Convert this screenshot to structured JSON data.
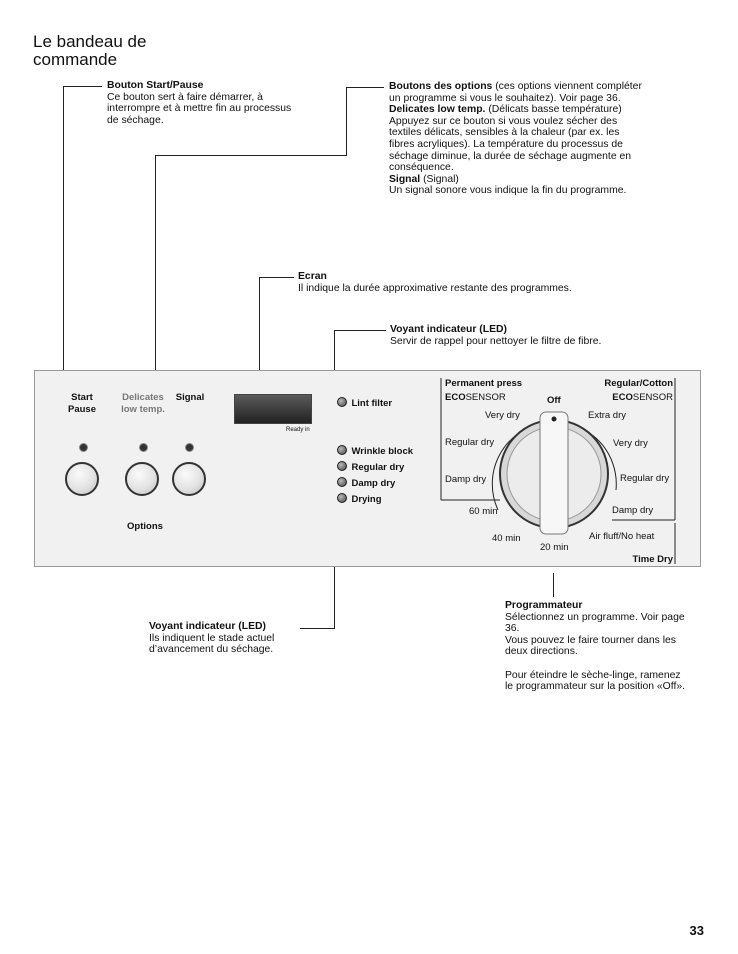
{
  "page": {
    "title_line1": "Le bandeau de",
    "title_line2": "commande",
    "page_number": "33"
  },
  "notes": {
    "start_pause": {
      "heading": "Bouton Start/Pause",
      "body": "Ce bouton sert à faire démarrer, à interrompre et à mettre fin au processus de séchage."
    },
    "options": {
      "heading": "Boutons des options",
      "heading_suffix": " (ces options viennent compléter un programme si vous le souhaitez). Voir page 36.",
      "delicates_heading": "Delicates low temp.",
      "delicates_suffix": " (Délicats basse température)",
      "delicates_body": "Appuyez sur ce bouton si vous voulez sécher des textiles délicats, sensibles à la chaleur (par ex. les fibres acryliques). La température du processus de séchage diminue, la durée de séchage augmente en conséquence.",
      "signal_heading": "Signal",
      "signal_suffix": " (Signal)",
      "signal_body": "Un signal sonore vous indique la fin du programme."
    },
    "ecran": {
      "heading": "Ecran",
      "body": "Il indique la durée approximative restante des programmes."
    },
    "voyant_top": {
      "heading": "Voyant indicateur (LED)",
      "body": "Servir de rappel pour nettoyer le filtre de fibre."
    },
    "voyant_bottom": {
      "heading": "Voyant indicateur (LED)",
      "body": "Ils indiquent le stade actuel d’avancement du séchage."
    },
    "programmateur": {
      "heading": "Programmateur",
      "body1": "Sélectionnez un programme. Voir page 36.",
      "body2": "Vous pouvez le faire tourner dans les deux directions.",
      "body3": "Pour éteindre le sèche-linge, ramenez le programmateur sur la position «Off»."
    }
  },
  "panel": {
    "start_label": "Start",
    "pause_label": "Pause",
    "delicates_label": "Delicates",
    "lowtemp_label": "low temp.",
    "signal_label": "Signal",
    "options_label": "Options",
    "ready_in": "Ready in",
    "leds": {
      "lint": "Lint filter",
      "wrinkle": "Wrinkle block",
      "regular": "Regular dry",
      "damp": "Damp dry",
      "drying": "Drying"
    },
    "dial": {
      "perm_press": "Permanent press",
      "eco_left_bold": "ECO",
      "eco_left_rest": "SENSOR",
      "regular_cotton": "Regular/Cotton",
      "eco_right_bold": "ECO",
      "eco_right_rest": "SENSOR",
      "off": "Off",
      "very_dry_left": "Very dry",
      "extra_dry": "Extra dry",
      "regular_dry_left": "Regular dry",
      "very_dry_right": "Very dry",
      "damp_dry_left": "Damp dry",
      "regular_dry_right": "Regular dry",
      "damp_dry_right": "Damp dry",
      "min60": "60 min",
      "min40": "40 min",
      "min20": "20 min",
      "air_fluff": "Air fluff/No heat",
      "time_dry": "Time Dry"
    }
  }
}
